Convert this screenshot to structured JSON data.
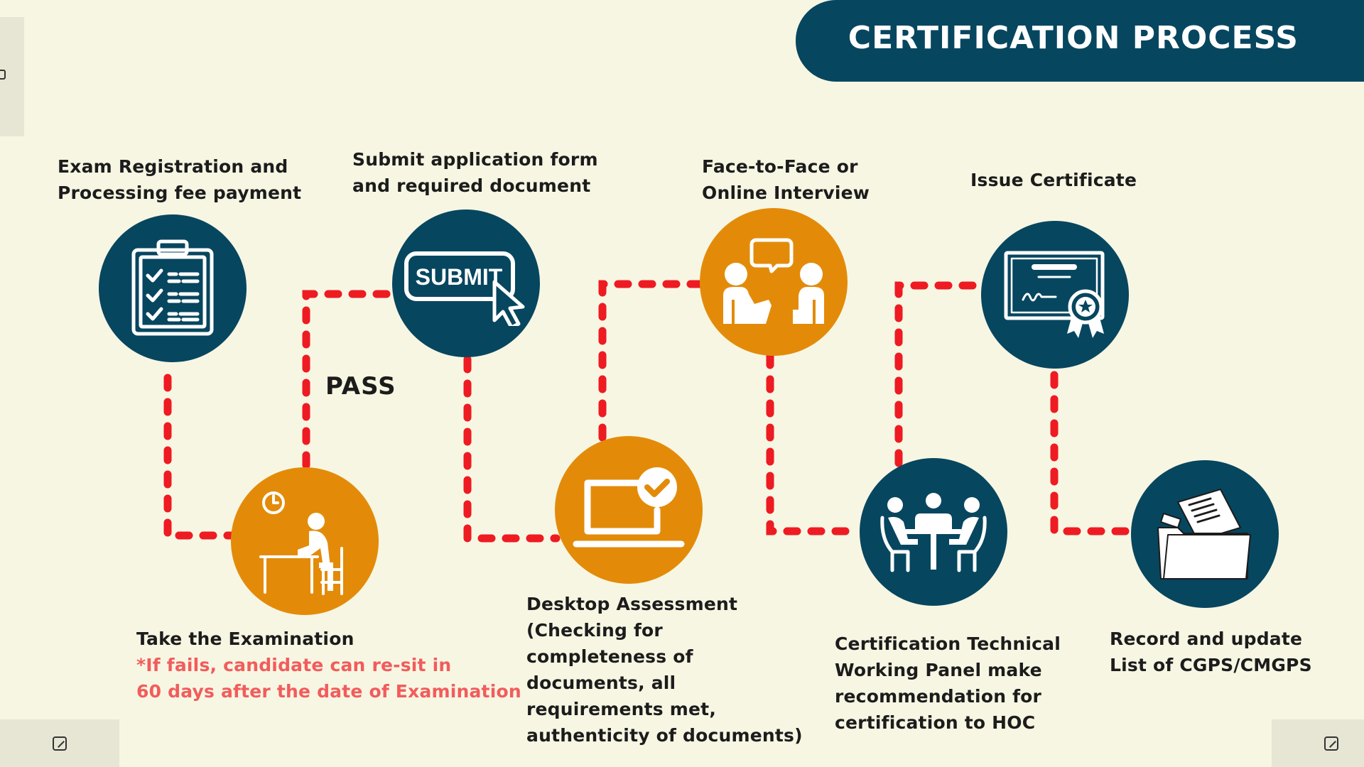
{
  "header": {
    "title": "CERTIFICATION PROCESS"
  },
  "colors": {
    "navy": "#07465f",
    "orange": "#e38b09",
    "connector": "#ee1b22",
    "note": "#f25c5c",
    "background": "#f7f6e3"
  },
  "steps": [
    {
      "label": [
        "Exam Registration and",
        "Processing fee payment"
      ],
      "icon": "clipboard-checklist-icon",
      "color": "navy"
    },
    {
      "label": [
        "Take the Examination"
      ],
      "note": [
        "*If fails, candidate can re-sit in",
        "60 days after the date of Examination"
      ],
      "icon": "person-taking-exam-icon",
      "color": "orange"
    },
    {
      "label": [
        "Submit application form",
        "and required document"
      ],
      "icon": "submit-button-icon",
      "icon_text": "SUBMIT",
      "color": "navy"
    },
    {
      "label": [
        "Desktop Assessment",
        "(Checking for",
        "completeness of",
        "documents, all",
        "requirements met,",
        "authenticity of documents)"
      ],
      "icon": "laptop-check-icon",
      "color": "orange"
    },
    {
      "label": [
        "Face-to-Face or",
        "Online Interview"
      ],
      "icon": "interview-icon",
      "color": "orange"
    },
    {
      "label": [
        "Certification Technical",
        "Working Panel make",
        "recommendation for",
        "certification to HOC"
      ],
      "icon": "panel-meeting-icon",
      "color": "navy"
    },
    {
      "label": [
        "Issue Certificate"
      ],
      "icon": "certificate-icon",
      "color": "navy"
    },
    {
      "label": [
        "Record and update",
        "List of CGPS/CMGPS"
      ],
      "icon": "document-folder-icon",
      "color": "navy"
    }
  ],
  "pass_label": "PASS"
}
